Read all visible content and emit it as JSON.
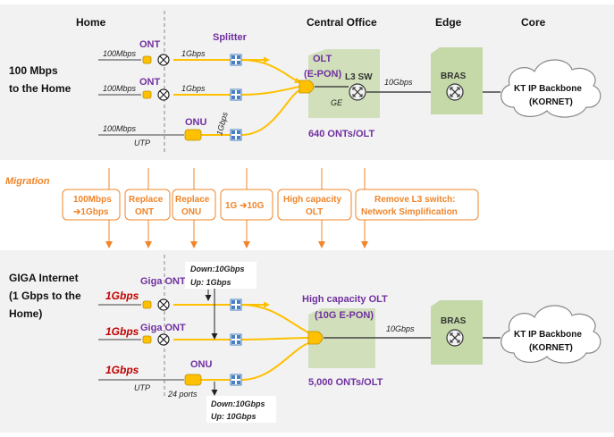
{
  "headers": {
    "home": "Home",
    "central_office": "Central Office",
    "edge": "Edge",
    "core": "Core"
  },
  "top": {
    "title_line1": "100 Mbps",
    "title_line2": "to the Home",
    "ont1_label": "ONT",
    "ont2_label": "ONT",
    "onu_label": "ONU",
    "splitter_label": "Splitter",
    "speed_100mbps": "100Mbps",
    "speed_1gbps": "1Gbps",
    "utp": "UTP",
    "olt_line1": "OLT",
    "olt_line2": "(E-PON)",
    "l3sw": "L3 SW",
    "ge": "GE",
    "link_10gbps": "10Gbps",
    "bras": "BRAS",
    "count": "640 ONTs/OLT",
    "backbone_line1": "KT IP Backbone",
    "backbone_line2": "(KORNET)"
  },
  "migration": {
    "title": "Migration",
    "steps": [
      {
        "line1": "100Mbps",
        "line2": "➔1Gbps"
      },
      {
        "line1": "Replace",
        "line2": "ONT"
      },
      {
        "line1": "Replace",
        "line2": "ONU"
      },
      {
        "line1": "1G ➔10G",
        "line2": ""
      },
      {
        "line1": "High capacity",
        "line2": "OLT"
      },
      {
        "line1": "Remove L3 switch:",
        "line2": "Network Simplification"
      }
    ]
  },
  "bottom": {
    "title_line1": "GIGA Internet",
    "title_line2": "(1 Gbps to the",
    "title_line3": "Home)",
    "speed_1gbps": "1Gbps",
    "giga_ont": "Giga ONT",
    "onu_label": "ONU",
    "utp": "UTP",
    "ports": "24 ports",
    "note1_line1": "Down:10Gbps",
    "note1_line2": "Up: 1Gbps",
    "note2_line1": "Down:10Gbps",
    "note2_line2": "Up: 10Gbps",
    "olt_line1": "High capacity OLT",
    "olt_line2": "(10G E-PON)",
    "link_10gbps": "10Gbps",
    "bras": "BRAS",
    "count": "5,000 ONTs/OLT",
    "backbone_line1": "KT IP Backbone",
    "backbone_line2": "(KORNET)"
  },
  "colors": {
    "panel": "#f2f2f2",
    "fiber": "#ffc000",
    "migration": "#f0852a",
    "purple": "#7030a0",
    "red": "#c00000",
    "equipment": "#c5d9a8",
    "splitter": "#4a7fc1"
  }
}
